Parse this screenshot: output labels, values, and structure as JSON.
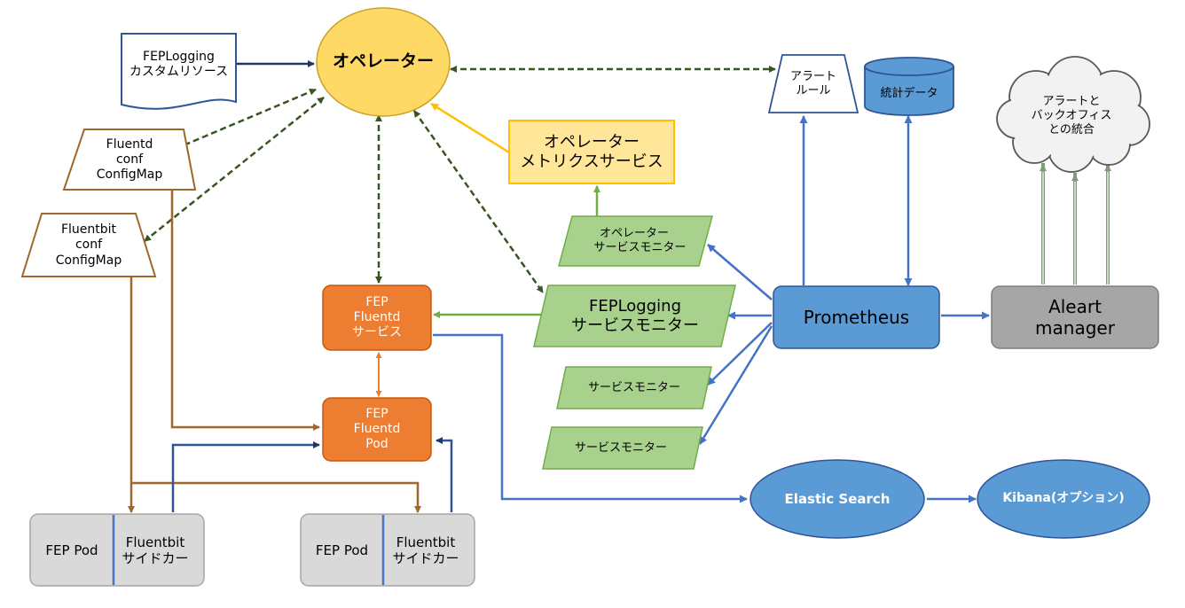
{
  "nodes": {
    "operator": "オペレーター",
    "fep_logging_cr": "FEPLogging\nカスタムリソース",
    "fluentd_configmap": "Fluentd\nconf\nConfigMap",
    "fluentbit_configmap": "Fluentbit\nconf\nConfigMap",
    "operator_metrics_service": "オペレーター\nメトリクスサービス",
    "operator_service_monitor": "オペレーター\n　サービスモニター",
    "feplogging_service_monitor": "FEPLogging\nサービスモニター",
    "service_monitor_1": "サービスモニター",
    "service_monitor_2": "サービスモニター",
    "fep_fluentd_service": "FEP\nFluentd\nサービス",
    "fep_fluentd_pod": "FEP\nFluentd\nPod",
    "alert_rule": "アラート\nルール",
    "statistics_data": "統計データ",
    "alert_backoffice": "アラートと\nバックオフィス\nとの統合",
    "prometheus": "Prometheus",
    "alert_manager": "Aleart\nmanager",
    "elastic_search": "Elastic Search",
    "kibana": "Kibana(オプション)",
    "pod_1": {
      "fep_pod": "FEP Pod",
      "sidecar": "Fluentbit\nサイドカー"
    },
    "pod_2": {
      "fep_pod": "FEP Pod",
      "sidecar": "Fluentbit\nサイドカー"
    }
  },
  "colors": {
    "operator_fill": "#ffd966",
    "metrics_fill": "#ffe699",
    "monitor_fill": "#a9d18e",
    "fep_orange": "#ed7d31",
    "blue": "#5b9bd5",
    "blue_line": "#4472c4",
    "gray_fill": "#a6a6a6",
    "pod_fill": "#d9d9d9",
    "dark_green": "#375623",
    "green_line": "#70ad47",
    "brown_line": "#a0672c",
    "yellow_line": "#ffc000",
    "navy_line": "#1f3864"
  }
}
